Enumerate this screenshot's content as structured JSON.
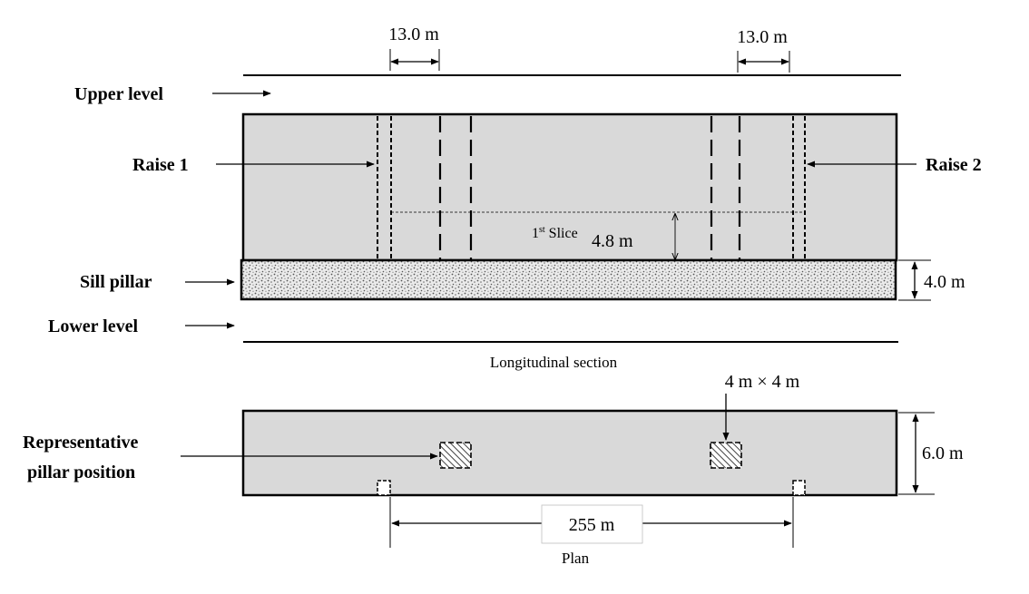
{
  "labels": {
    "upper_level": "Upper level",
    "raise_1": "Raise 1",
    "raise_2": "Raise 2",
    "sill_pillar": "Sill pillar",
    "lower_level": "Lower level",
    "representative_line1": "Representative",
    "representative_line2": "pillar position",
    "first_slice_main": "1",
    "first_slice_sup": "st",
    "first_slice_rest": " Slice"
  },
  "dimensions": {
    "raise_offset_left": "13.0 m",
    "raise_offset_right": "13.0 m",
    "slice_height": "4.8 m",
    "sill_thickness": "4.0 m",
    "pillar_size": "4 m × 4 m",
    "plan_width": "6.0 m",
    "raise_spacing": "255 m"
  },
  "captions": {
    "section": "Longitudinal section",
    "plan": "Plan"
  },
  "colors": {
    "stope_fill": "#d9d9d9",
    "sill_fill": "#e6e6e6",
    "line": "#000000"
  }
}
